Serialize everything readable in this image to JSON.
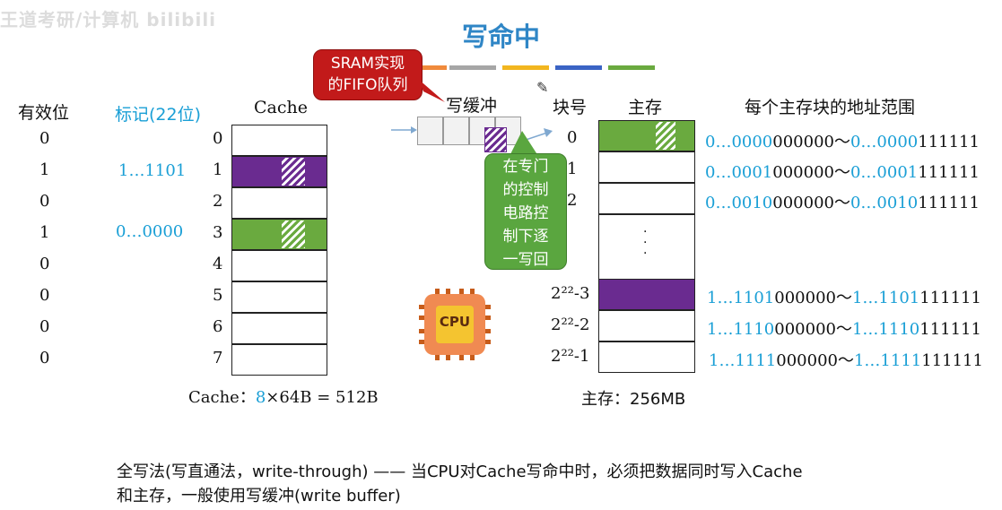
{
  "watermark": "王道考研/计算机 bilibili",
  "title": "写命中",
  "color_bar": [
    "#f08a3c",
    "#a6a6a6",
    "#f2b61f",
    "#3a63c4",
    "#6aaa3f"
  ],
  "callout_sram": [
    "SRAM实现",
    "的FIFO队列"
  ],
  "callout_control": [
    "在专门",
    "的控制",
    "电路控",
    "制下逐",
    "一写回"
  ],
  "write_buffer_label": "写缓冲",
  "headers": {
    "valid": "有效位",
    "tag": "标记(22位)",
    "cache": "Cache",
    "block_no": "块号",
    "memory": "主存",
    "addr_range": "每个主存块的地址范围"
  },
  "cache_rows": [
    {
      "index": "0",
      "valid": "0",
      "tag": ""
    },
    {
      "index": "1",
      "valid": "1",
      "tag": "1…1101"
    },
    {
      "index": "2",
      "valid": "0",
      "tag": ""
    },
    {
      "index": "3",
      "valid": "1",
      "tag": "0…0000"
    },
    {
      "index": "4",
      "valid": "0",
      "tag": ""
    },
    {
      "index": "5",
      "valid": "0",
      "tag": ""
    },
    {
      "index": "6",
      "valid": "0",
      "tag": ""
    },
    {
      "index": "7",
      "valid": "0",
      "tag": ""
    }
  ],
  "cache_size": {
    "prefix": "Cache：",
    "lines": "8",
    "suffix": "×64B = 512B"
  },
  "memory_blocks": [
    {
      "num": "0",
      "addr_hi_start": "0…0000",
      "addr_lo_start": "000000",
      "sep": "～",
      "addr_hi_end": "0…0000",
      "addr_lo_end": "111111"
    },
    {
      "num": "1",
      "addr_hi_start": "0…0001",
      "addr_lo_start": "000000",
      "sep": "～",
      "addr_hi_end": "0…0001",
      "addr_lo_end": "111111"
    },
    {
      "num": "2",
      "addr_hi_start": "0…0010",
      "addr_lo_start": "000000",
      "sep": "～",
      "addr_hi_end": "0…0010",
      "addr_lo_end": "111111"
    },
    {
      "num": "2²²-3",
      "addr_hi_start": "1…1101",
      "addr_lo_start": "000000",
      "sep": "～",
      "addr_hi_end": "1…1101",
      "addr_lo_end": "111111"
    },
    {
      "num": "2²²-2",
      "addr_hi_start": "1…1110",
      "addr_lo_start": "000000",
      "sep": "～",
      "addr_hi_end": "1…1110",
      "addr_lo_end": "111111"
    },
    {
      "num": "2²²-1",
      "addr_hi_start": "1…1111",
      "addr_lo_start": "000000",
      "sep": "～",
      "addr_hi_end": "1…1111",
      "addr_lo_end": "111111"
    }
  ],
  "ellipsis_dots": [
    "·",
    "·",
    "·"
  ],
  "memory_size": "主存：256MB",
  "cpu_label": "CPU",
  "description": {
    "line1": "全写法(写直通法，write-through) —— 当CPU对Cache写命中时，必须把数据同时写入Cache",
    "line2": "和主存，一般使用写缓冲(write buffer)"
  }
}
